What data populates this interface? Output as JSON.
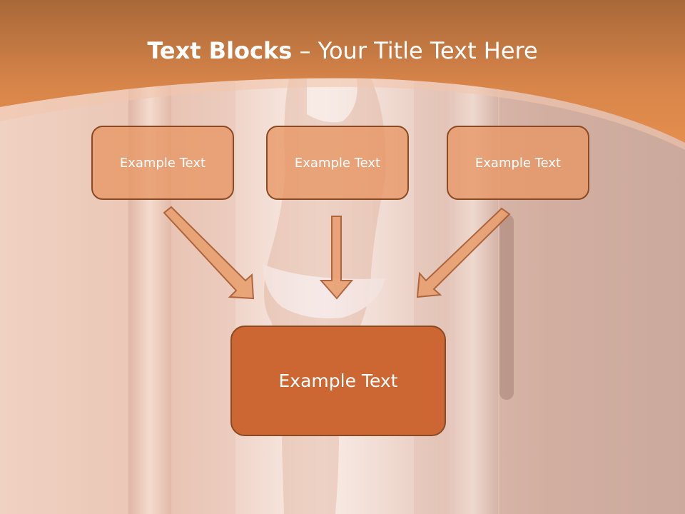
{
  "slide": {
    "title_bold": "Text Blocks",
    "title_dash": " – ",
    "title_rest": "Your Title Text Here",
    "top_blocks": [
      {
        "label": "Example Text"
      },
      {
        "label": "Example Text"
      },
      {
        "label": "Example Text"
      }
    ],
    "main_block": {
      "label": "Example Text"
    }
  },
  "colors": {
    "header_band": "#d97a3c",
    "top_block_fill": "#e8a070",
    "main_block_fill": "#cc6633",
    "outline": "#8a4a24",
    "arrow_fill": "#e8a070"
  }
}
